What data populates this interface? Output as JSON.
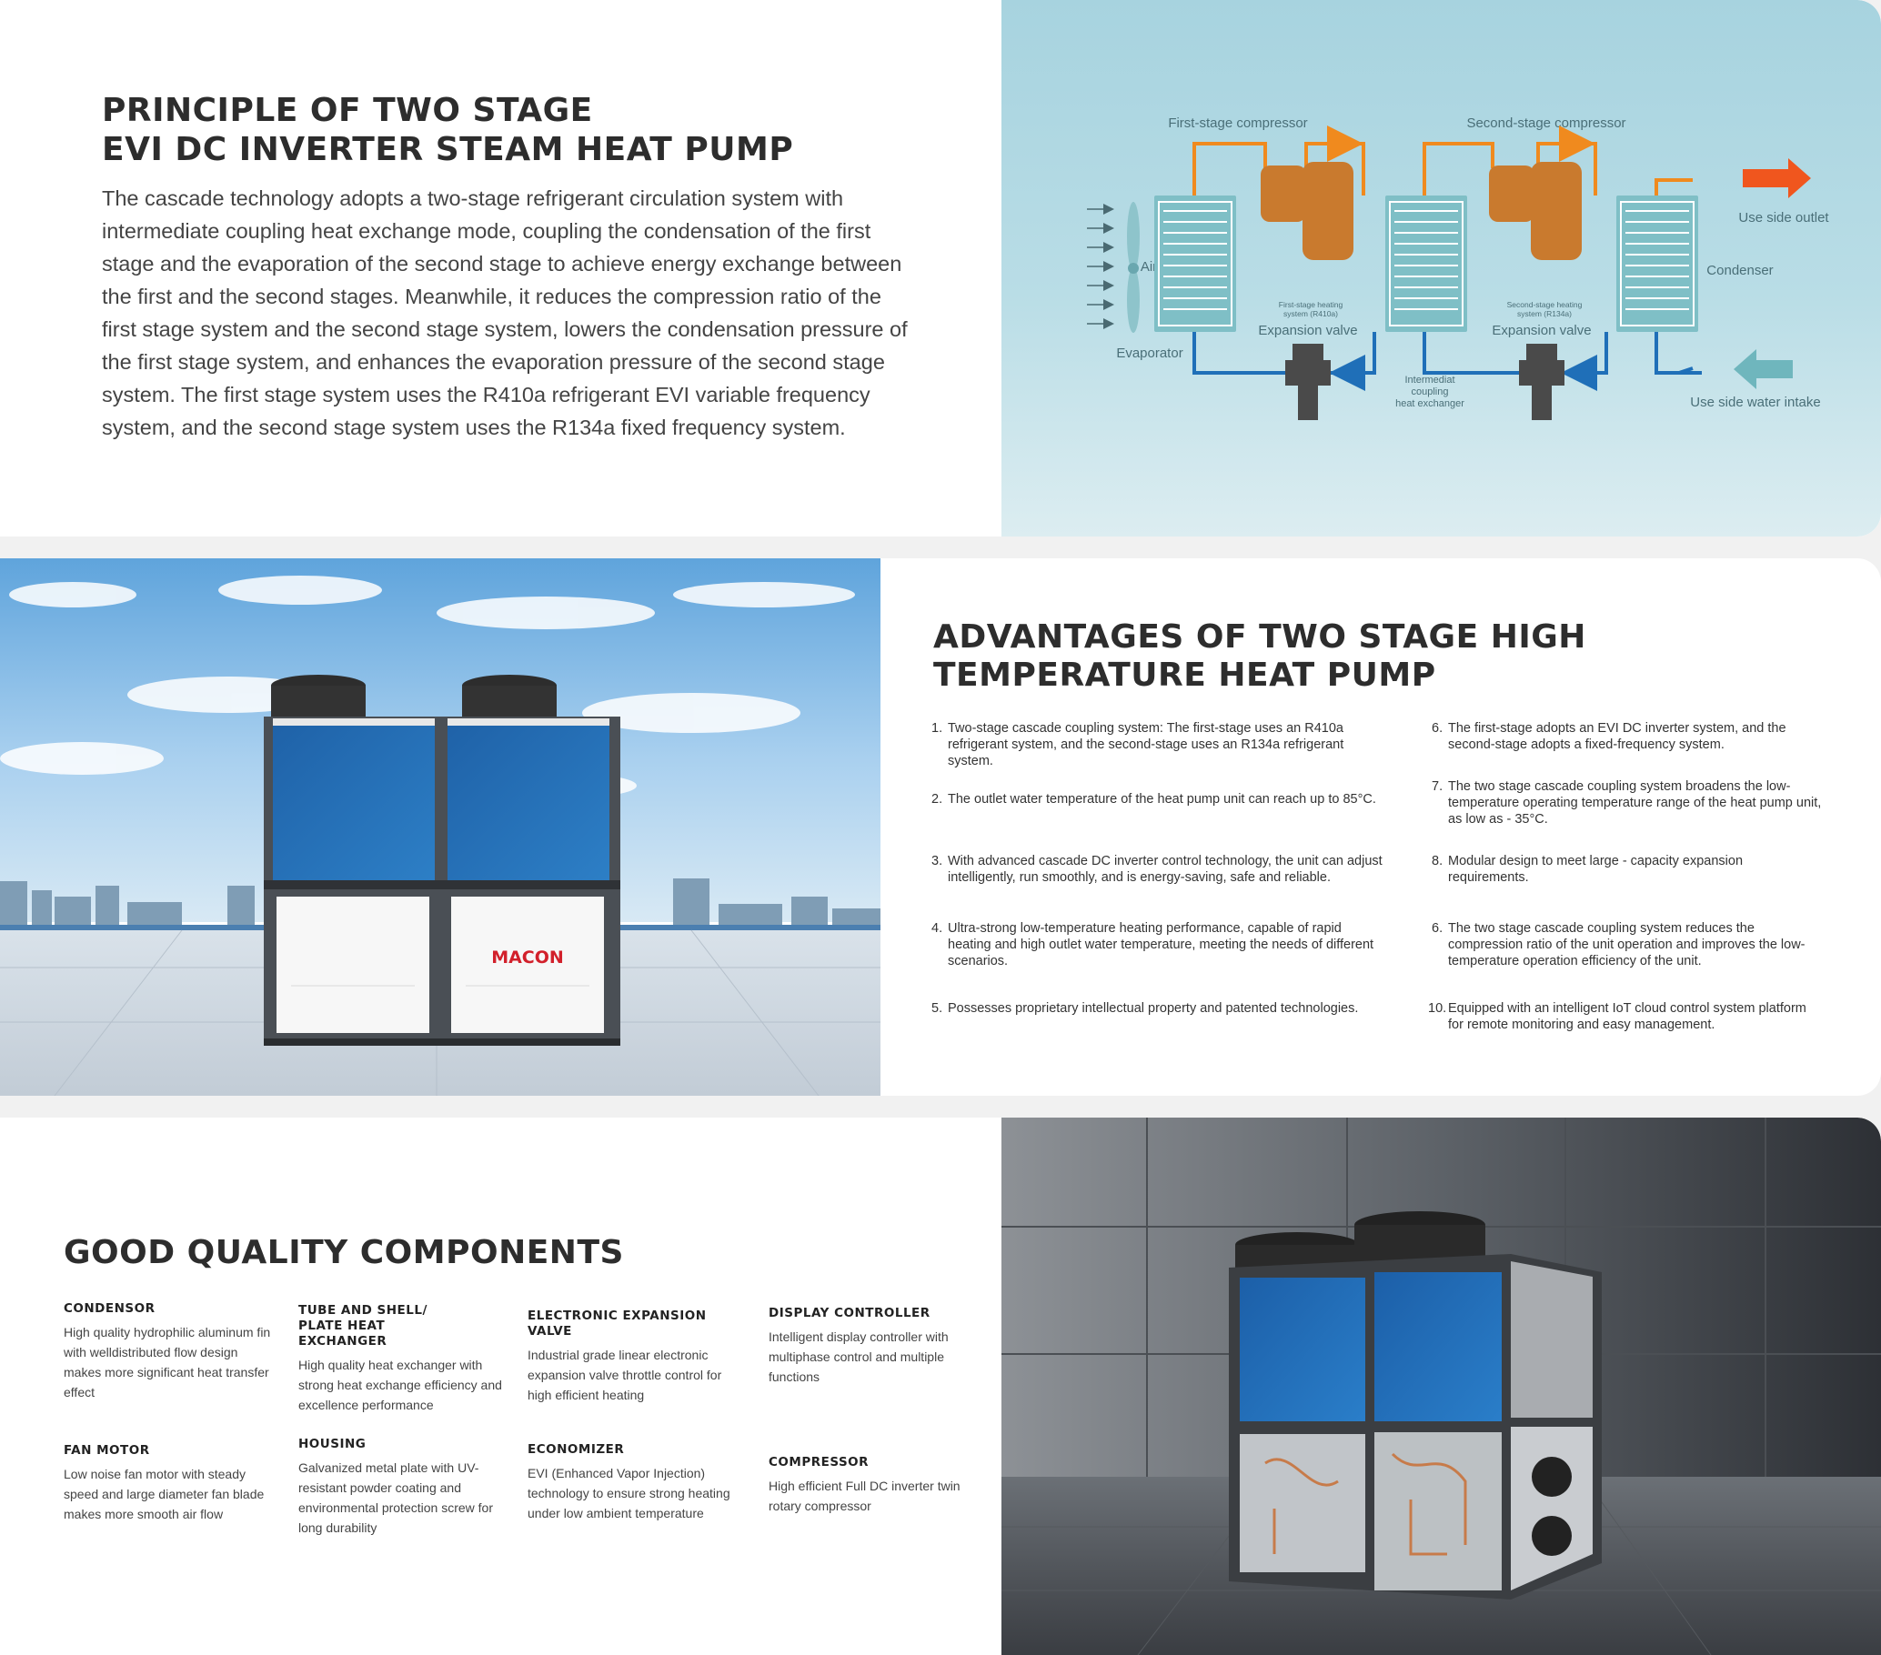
{
  "principle": {
    "title_line1": "PRINCIPLE OF TWO STAGE",
    "title_line2": "EVI DC INVERTER STEAM HEAT PUMP",
    "description": "The cascade technology adopts a two-stage refrigerant circulation system with intermediate coupling heat exchange mode, coupling the condensation of the first stage and the evaporation of the second stage to achieve energy exchange between the first and the second stages. Meanwhile, it reduces the compression ratio of the first stage system and the second stage system, lowers the condensation pressure of the first stage system, and enhances the evaporation pressure of the second stage system. The first stage system uses the R410a refrigerant EVI variable frequency system, and the second stage system uses the R134a fixed frequency system."
  },
  "diagram": {
    "first_compressor": "First-stage compressor",
    "second_compressor": "Second-stage compressor",
    "air": "Air",
    "evaporator": "Evaporator",
    "first_system_line1": "First-stage heating",
    "first_system_line2": "system (R410a)",
    "second_system_line1": "Second-stage heating",
    "second_system_line2": "system (R134a)",
    "expansion_valve_1": "Expansion valve",
    "expansion_valve_2": "Expansion valve",
    "intermediate_line1": "Intermediat",
    "intermediate_line2": "coupling",
    "intermediate_line3": "heat exchanger",
    "condenser": "Condenser",
    "use_side_outlet": "Use side outlet",
    "use_side_intake": "Use side water intake",
    "colors": {
      "hot": "#f08a1e",
      "cold": "#1f6fb8",
      "coil": "#7fbfc6",
      "compressor": "#c97a2e",
      "valve": "#4a4a4a"
    }
  },
  "photo1": {
    "brand": "MACON"
  },
  "advantages": {
    "title_line1": "ADVANTAGES OF TWO STAGE HIGH",
    "title_line2": "TEMPERATURE HEAT PUMP",
    "left": [
      {
        "num": "1.",
        "text": "Two-stage cascade coupling system: The first-stage uses an R410a refrigerant system, and the second-stage uses an R134a refrigerant system."
      },
      {
        "num": "2.",
        "text": "The outlet water temperature of the heat pump unit can reach up to 85°C."
      },
      {
        "num": "3.",
        "text": "With advanced cascade DC inverter control technology, the unit can adjust intelligently, run smoothly, and is energy-saving, safe and reliable."
      },
      {
        "num": "4.",
        "text": "Ultra-strong low-temperature heating performance, capable of rapid heating and high outlet water temperature, meeting the needs of different scenarios."
      },
      {
        "num": "5.",
        "text": "Possesses proprietary intellectual property and patented technologies."
      }
    ],
    "right": [
      {
        "num": "6.",
        "text": "The first-stage adopts an EVI DC inverter system, and the second-stage adopts a fixed-frequency system."
      },
      {
        "num": "7.",
        "text": "The two stage cascade coupling system broadens the low-temperature operating temperature range of the heat pump unit, as low as - 35°C."
      },
      {
        "num": "8.",
        "text": "Modular design to meet large - capacity expansion requirements."
      },
      {
        "num": "6.",
        "text": "The two stage cascade coupling system reduces the compression ratio of the unit operation and improves the low-temperature operation efficiency of the unit."
      },
      {
        "num": "10.",
        "text": "Equipped with an intelligent IoT cloud control system platform for remote monitoring and easy management."
      }
    ]
  },
  "components": {
    "title": "GOOD QUALITY COMPONENTS",
    "items": [
      {
        "heading": "CONDENSOR",
        "text": "High quality hydrophilic aluminum fin with welldistributed flow design makes more significant heat transfer effect"
      },
      {
        "heading": "TUBE AND SHELL/ PLATE HEAT EXCHANGER",
        "text": "High quality heat exchanger with strong heat exchange efficiency and excellence performance"
      },
      {
        "heading": "ELECTRONIC EXPANSION VALVE",
        "text": "Industrial grade linear electronic expansion valve throttle control for high efficient heating"
      },
      {
        "heading": "DISPLAY CONTROLLER",
        "text": "Intelligent display controller with multiphase control and multiple functions"
      },
      {
        "heading": "FAN MOTOR",
        "text": "Low noise fan motor with steady speed and large diameter fan blade makes more smooth air flow"
      },
      {
        "heading": "HOUSING",
        "text": "Galvanized metal plate with UV-resistant powder coating and environmental protection screw for long durability"
      },
      {
        "heading": "ECONOMIZER",
        "text": "EVI (Enhanced Vapor Injection) technology to ensure strong heating under low ambient temperature"
      },
      {
        "heading": "COMPRESSOR",
        "text": "High efficient Full DC inverter twin rotary compressor"
      }
    ]
  }
}
